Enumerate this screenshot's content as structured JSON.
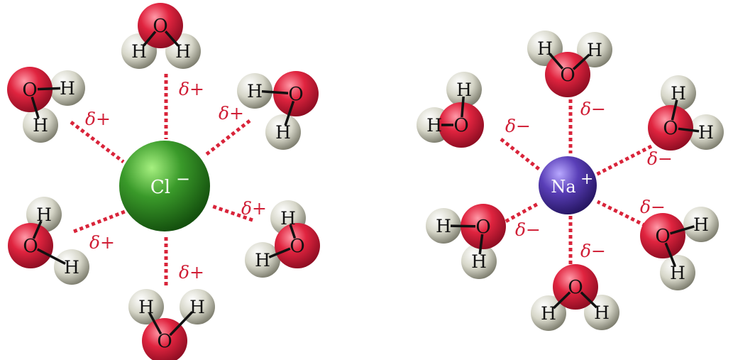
{
  "colors": {
    "oxygen": "#e0243f",
    "hydrogen": "#d6d6c8",
    "chloride": "#3a9a2a",
    "sodium": "#5a3fb8",
    "dashes": "#d9243a",
    "delta_text": "#d01f36",
    "bond": "#111111"
  },
  "atoms": {
    "O": "O",
    "H": "H"
  },
  "icons": [
    "water-molecule-icon",
    "ion-sphere-icon",
    "dotted-attraction-line-icon"
  ],
  "panels": [
    {
      "ion_symbol": "Cl",
      "ion_charge": "−",
      "ion_color": "chloride",
      "waters": [
        {
          "delta": "δ+"
        },
        {
          "delta": "δ+"
        },
        {
          "delta": "δ+"
        },
        {
          "delta": "δ+"
        },
        {
          "delta": "δ+"
        },
        {
          "delta": "δ+"
        }
      ]
    },
    {
      "ion_symbol": "Na",
      "ion_charge": "+",
      "ion_color": "sodium",
      "waters": [
        {
          "delta": "δ−"
        },
        {
          "delta": "δ−"
        },
        {
          "delta": "δ−"
        },
        {
          "delta": "δ−"
        },
        {
          "delta": "δ−"
        },
        {
          "delta": "δ−"
        }
      ]
    }
  ]
}
